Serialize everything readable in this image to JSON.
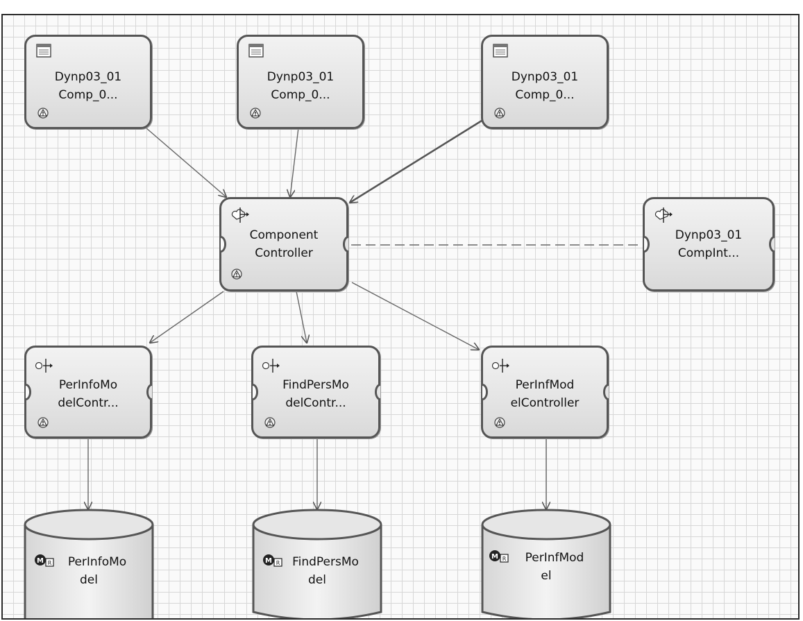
{
  "views": [
    {
      "line1": "Dynp03_01",
      "line2": "Comp_0..."
    },
    {
      "line1": "Dynp03_01",
      "line2": "Comp_0..."
    },
    {
      "line1": "Dynp03_01",
      "line2": "Comp_0..."
    }
  ],
  "component_controller": {
    "line1": "Component",
    "line2": "Controller"
  },
  "interface_controller": {
    "line1": "Dynp03_01",
    "line2": "CompInt..."
  },
  "custom_controllers": [
    {
      "line1": "PerInfoMo",
      "line2": "delContr..."
    },
    {
      "line1": "FindPersMo",
      "line2": "delContr..."
    },
    {
      "line1": "PerInfMod",
      "line2": "elController"
    }
  ],
  "models": [
    {
      "line1": "PerInfoMo",
      "line2": "del"
    },
    {
      "line1": "FindPersMo",
      "line2": "del"
    },
    {
      "line1": "PerInfMod",
      "line2": "el"
    }
  ],
  "colors": {
    "border": "#555555",
    "grid": "#d7d7d7",
    "edge": "#6a6a6a"
  },
  "icons": {
    "view": "view-window-icon",
    "controller": "controller-icon",
    "warning": "warning-icon",
    "model": "model-icon"
  }
}
